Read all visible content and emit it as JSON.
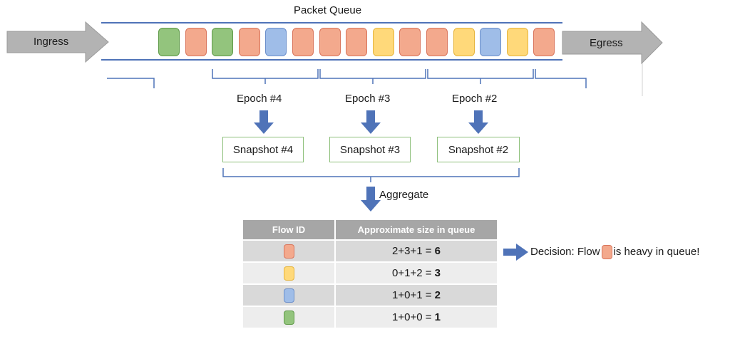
{
  "title": "Packet Queue",
  "ingress": "Ingress",
  "egress": "Egress",
  "colors": {
    "red": "#f3a98d",
    "green": "#93c47d",
    "blue": "#9fbde8",
    "yellow": "#ffd97a",
    "accent_blue": "#4f73b8",
    "snapshot_border": "#8dc07a",
    "header_gray": "#a6a6a6"
  },
  "queue": [
    "green",
    "red",
    "green",
    "red",
    "blue",
    "red",
    "red",
    "red",
    "yellow",
    "red",
    "red",
    "yellow",
    "blue",
    "yellow",
    "red"
  ],
  "epochs": [
    "Epoch #4",
    "Epoch #3",
    "Epoch #2"
  ],
  "snapshots": [
    "Snapshot #4",
    "Snapshot #3",
    "Snapshot #2"
  ],
  "aggregate": "Aggregate",
  "table": {
    "headers": [
      "Flow ID",
      "Approximate size in queue"
    ],
    "rows": [
      {
        "flow_color": "red",
        "expr": "2+3+1 = ",
        "total": "6"
      },
      {
        "flow_color": "yellow",
        "expr": "0+1+2 = ",
        "total": "3"
      },
      {
        "flow_color": "blue",
        "expr": "1+0+1 = ",
        "total": "2"
      },
      {
        "flow_color": "green",
        "expr": "1+0+0 = ",
        "total": "1"
      }
    ]
  },
  "decision": {
    "prefix": "Decision: Flow",
    "flow_color": "red",
    "suffix": "is heavy in queue!"
  }
}
